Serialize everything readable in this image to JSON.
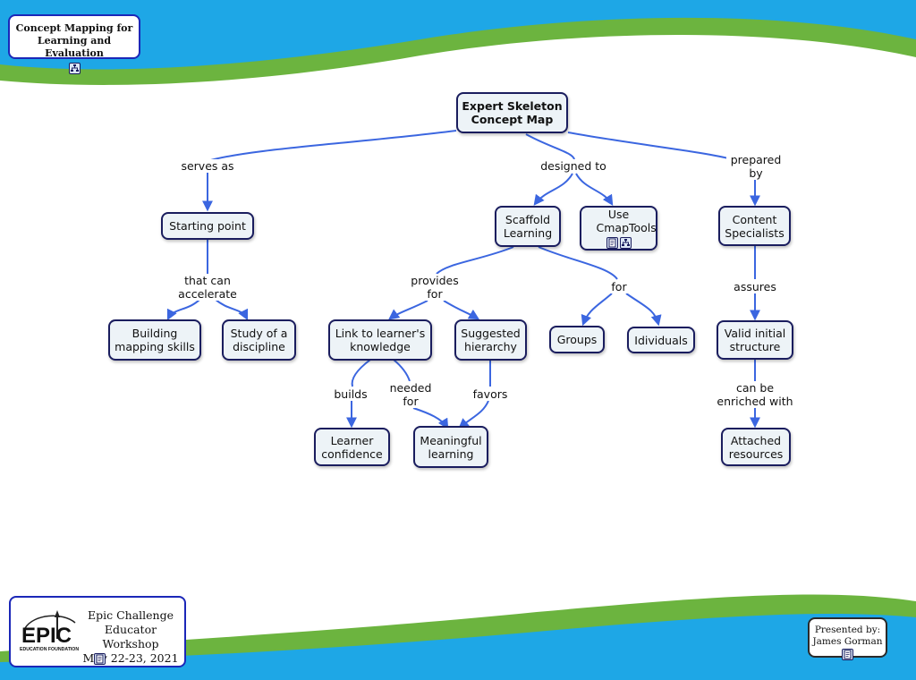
{
  "colors": {
    "sky": "#1ea7e6",
    "grass": "#6cb43f",
    "node_border": "#1a1d5e",
    "node_fill": "#edf3f7",
    "link": "#3b66e0",
    "tab_border": "#1b27b8"
  },
  "header_tab": {
    "title": "Concept Mapping for Learning and Evaluation",
    "icon": "concept-map-icon"
  },
  "footer_left": {
    "lines": [
      "Epic Challenge",
      "Educator Workshop",
      "May 22-23, 2021"
    ],
    "logo_text": "EPIC",
    "logo_sub": "EDUCATION FOUNDATION",
    "icon": "document-icon"
  },
  "footer_right": {
    "lines": [
      "Presented by:",
      "James Gorman"
    ],
    "icon": "document-icon"
  },
  "concepts": {
    "root": "Expert Skeleton Concept Map",
    "starting_point": "Starting point",
    "building_mapping_skills": "Building mapping skills",
    "study_of_a_discipline": "Study of a discipline",
    "scaffold_learning": "Scaffold Learning",
    "use_cmaptools": "Use CmapTools",
    "link_to_knowledge": "Link to learner's knowledge",
    "suggested_hierarchy": "Suggested hierarchy",
    "groups": "Groups",
    "individuals": "Idividuals",
    "learner_confidence": "Learner confidence",
    "meaningful_learning": "Meaningful learning",
    "content_specialists": "Content Specialists",
    "valid_initial_structure": "Valid initial structure",
    "attached_resources": "Attached resources"
  },
  "links": {
    "serves_as": "serves as",
    "designed_to": "designed to",
    "prepared_by": "prepared by",
    "that_can_accelerate": "that can accelerate",
    "provides_for": "provides for",
    "for": "for",
    "builds": "builds",
    "needed_for": "needed for",
    "favors": "favors",
    "assures": "assures",
    "can_be_enriched_with": "can be enriched with"
  }
}
